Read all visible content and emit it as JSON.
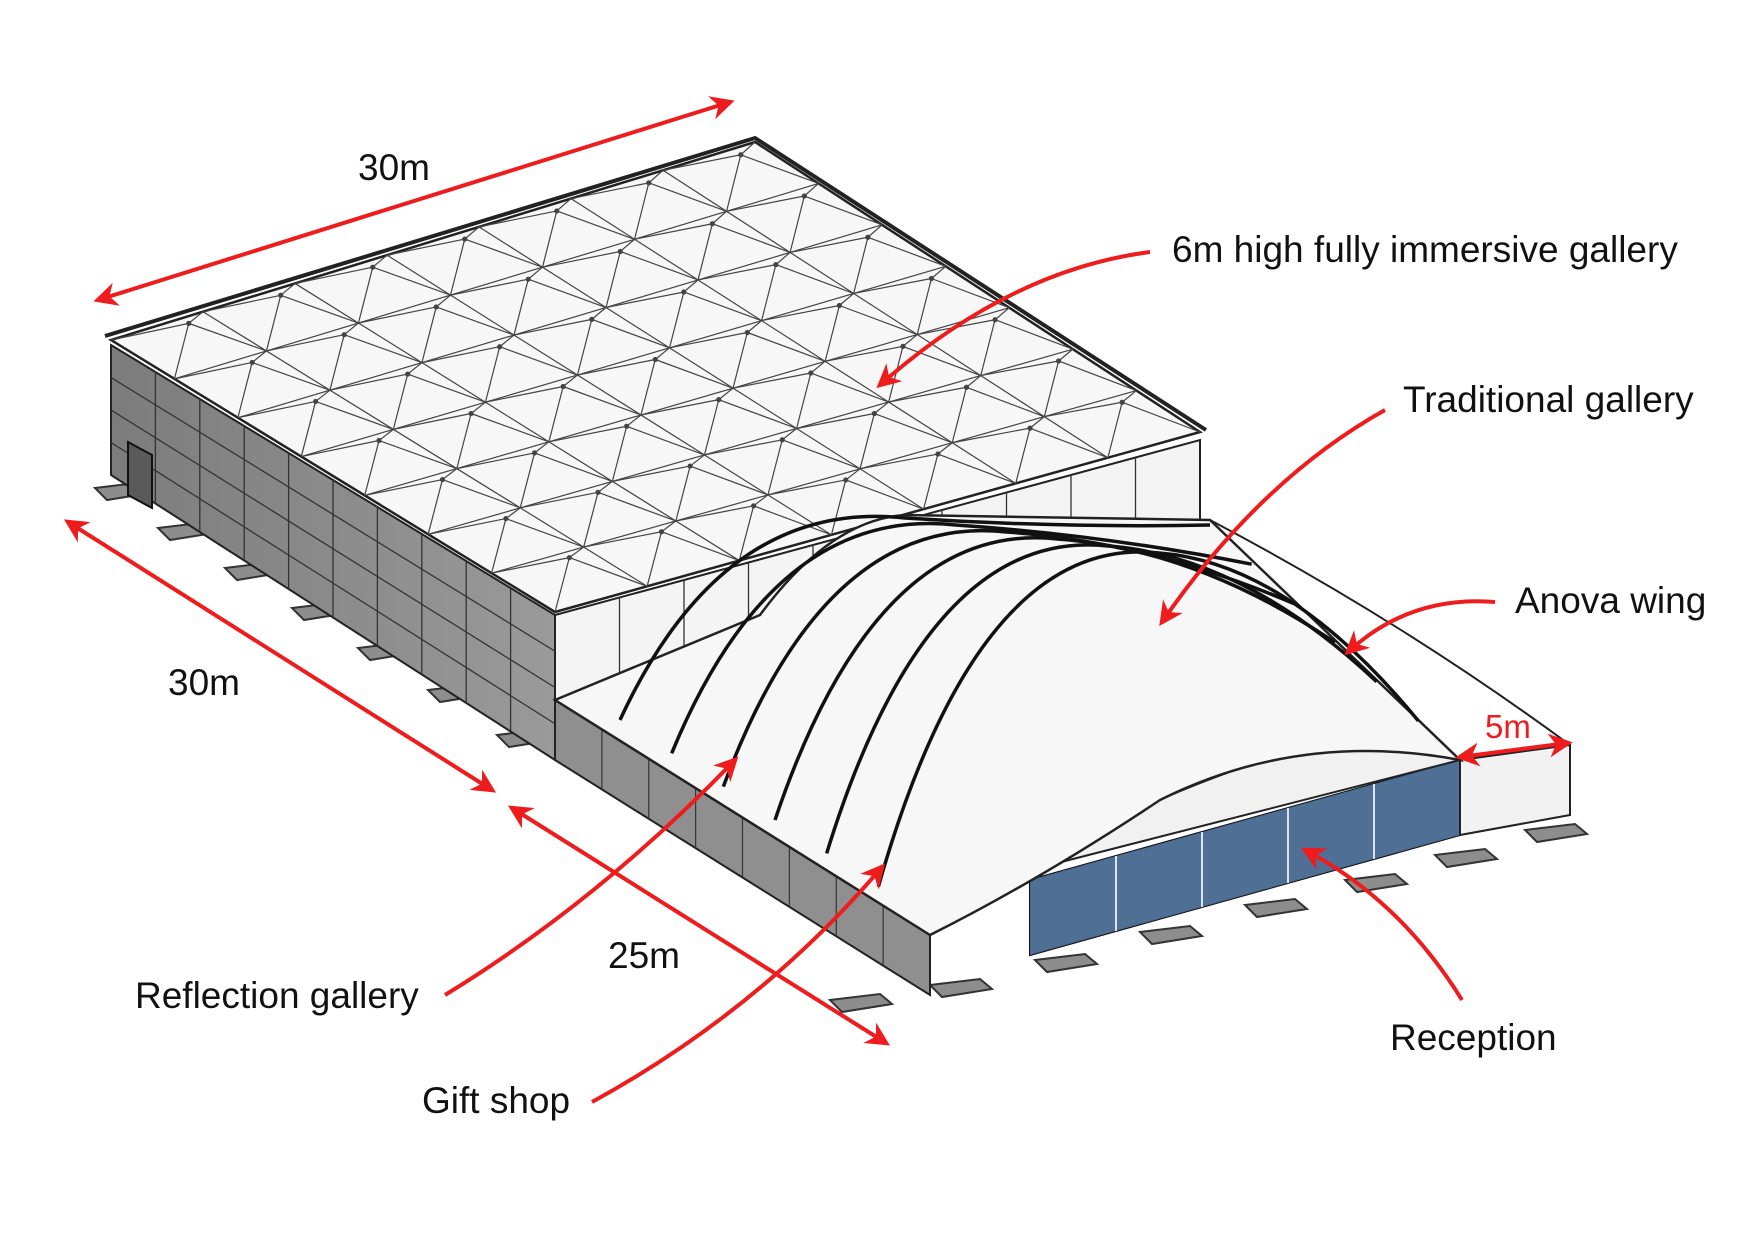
{
  "colors": {
    "annotation": "#ee1c1c",
    "glass": "#5b86b8",
    "wall_dark": "#8a8a8a",
    "membrane": "#f5f5f5",
    "outline": "#1a1a1a"
  },
  "dimensions": {
    "top_width": "30m",
    "left_depth": "30m",
    "wing_depth": "25m",
    "wing_extension": "5m"
  },
  "labels": {
    "immersive_gallery": "6m high fully immersive gallery",
    "traditional_gallery": "Traditional gallery",
    "anova_wing": "Anova wing",
    "reflection_gallery": "Reflection gallery",
    "gift_shop": "Gift shop",
    "reception": "Reception"
  }
}
